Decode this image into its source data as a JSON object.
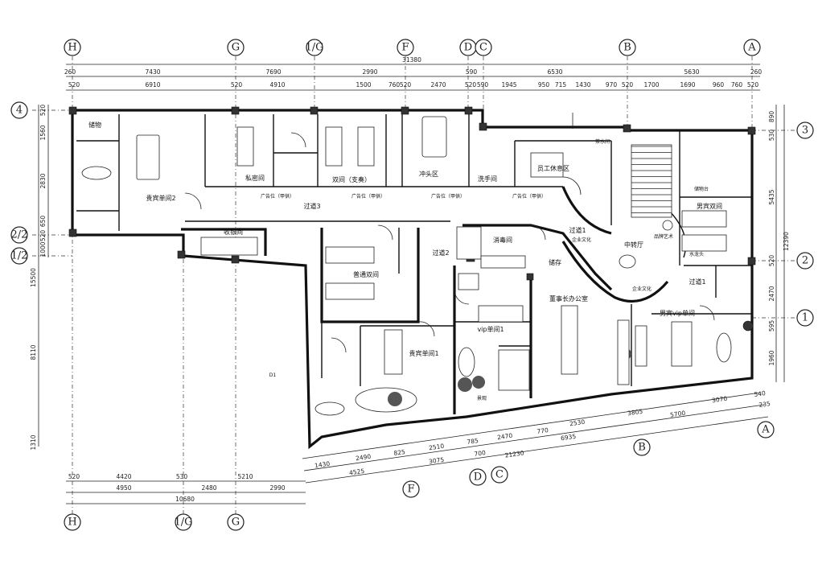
{
  "axis_labels": {
    "top": [
      "H",
      "G",
      "1/G",
      "F",
      "D",
      "C",
      "B",
      "A"
    ],
    "bottom": [
      "H",
      "1/G",
      "G"
    ],
    "left": [
      "4",
      "2/2",
      "1/2"
    ],
    "right": [
      "3",
      "2",
      "1"
    ],
    "diagonal": [
      "A",
      "B",
      "C",
      "D",
      "F"
    ]
  },
  "dimensions": {
    "top_total": "31380",
    "top_row1": [
      "260",
      "7430",
      "7690",
      "2990",
      "590",
      "6530",
      "5630",
      "260"
    ],
    "top_row2": [
      "520",
      "6910",
      "520",
      "4910",
      "1500",
      "760",
      "520",
      "2470",
      "520",
      "590",
      "1945",
      "950",
      "715",
      "1430",
      "970",
      "520",
      "1700",
      "1690",
      "960",
      "760",
      "520"
    ],
    "left_col": [
      "520",
      "1560",
      "2830",
      "650",
      "520",
      "1000"
    ],
    "left_total": "15500",
    "left_lower": [
      "8110",
      "1310"
    ],
    "right_col": [
      "890",
      "530",
      "5435",
      "12390",
      "520",
      "2470",
      "595",
      "1960"
    ],
    "bottom_row1": [
      "520",
      "4420",
      "530",
      "5210"
    ],
    "bottom_row2": [
      "4950",
      "2480",
      "2990"
    ],
    "bottom_total": "10680",
    "diagonal_row1": [
      "540",
      "3070",
      "5700",
      "3805",
      "2530",
      "770",
      "2470",
      "785",
      "2510",
      "825",
      "2490",
      "1430"
    ],
    "diagonal_row2": [
      "235",
      "6935",
      "700",
      "3075",
      "4525"
    ],
    "diagonal_total": "21230"
  },
  "rooms": {
    "r01": "储物",
    "r02": "贵宾单间2",
    "r03": "私密间",
    "r04": "双间（支奏）",
    "r05": "冲头区",
    "r06": "洗手间",
    "r07": "员工休息区",
    "r08": "广告位（甲供）",
    "r09": "广告位（甲供）",
    "r10": "广告位（甲供）",
    "r11": "广告位（甲供）",
    "r12": "过道3",
    "r13": "收银间",
    "r14": "普通双间",
    "r15": "过道2",
    "r16": "消毒间",
    "r17": "储存",
    "r18": "企业文化",
    "r19": "过道1",
    "r20": "中转厅",
    "r21": "男宾双间",
    "r22": "储物台",
    "r23": "董事长办公室",
    "r24": "vip单间1",
    "r25": "贵宾单间1",
    "r26": "男宾vip单间",
    "r27": "过道1",
    "r28": "企业文化",
    "r29": "品牌艺术",
    "r30": "水龙头",
    "r31": "茶水间",
    "r32": "景观",
    "r33": "D1"
  }
}
